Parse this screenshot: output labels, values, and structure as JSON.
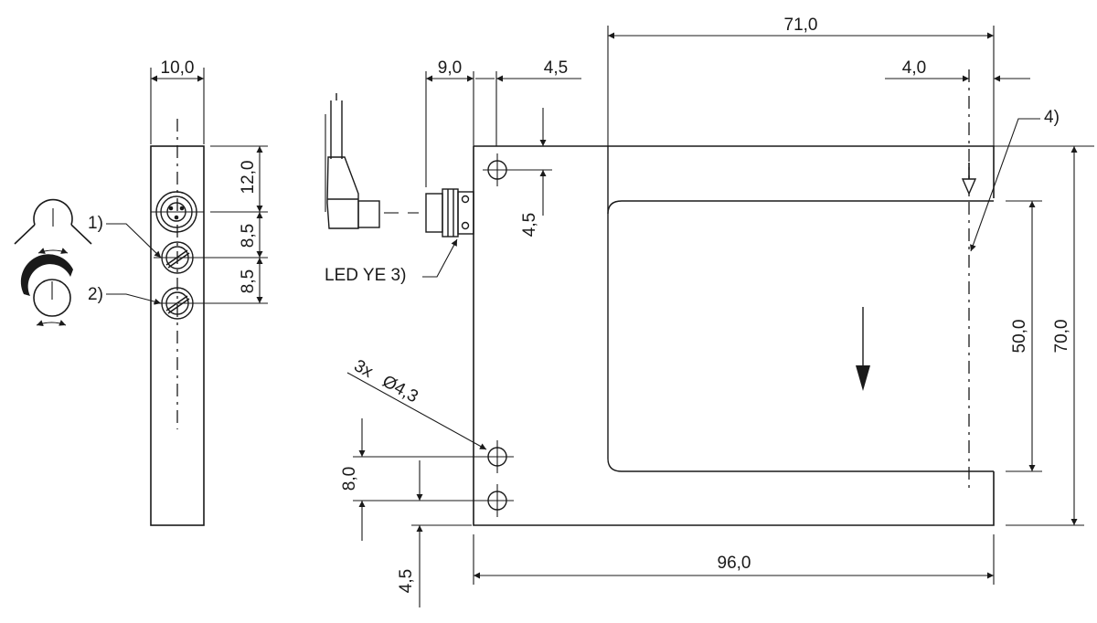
{
  "dimensions": {
    "side_width": "10,0",
    "side_top": "12,0",
    "side_pitch_1": "8,5",
    "side_pitch_2": "8,5",
    "cable_offset": "9,0",
    "hole_offset_x": "4,5",
    "hole_offset_y": "4,5",
    "top_width": "71,0",
    "top_right": "4,0",
    "window_height": "50,0",
    "total_height": "70,0",
    "total_width": "96,0",
    "hole_pitch": "8,0",
    "hole_bottom": "4,5"
  },
  "callouts": {
    "pot_1": "1)",
    "pot_2": "2)",
    "led": "LED YE 3)",
    "axis": "4)",
    "holes_count": "3x",
    "holes_diameter": "Ø4,3"
  },
  "colors": {
    "line": "#1a1a1a",
    "background": "#ffffff"
  }
}
